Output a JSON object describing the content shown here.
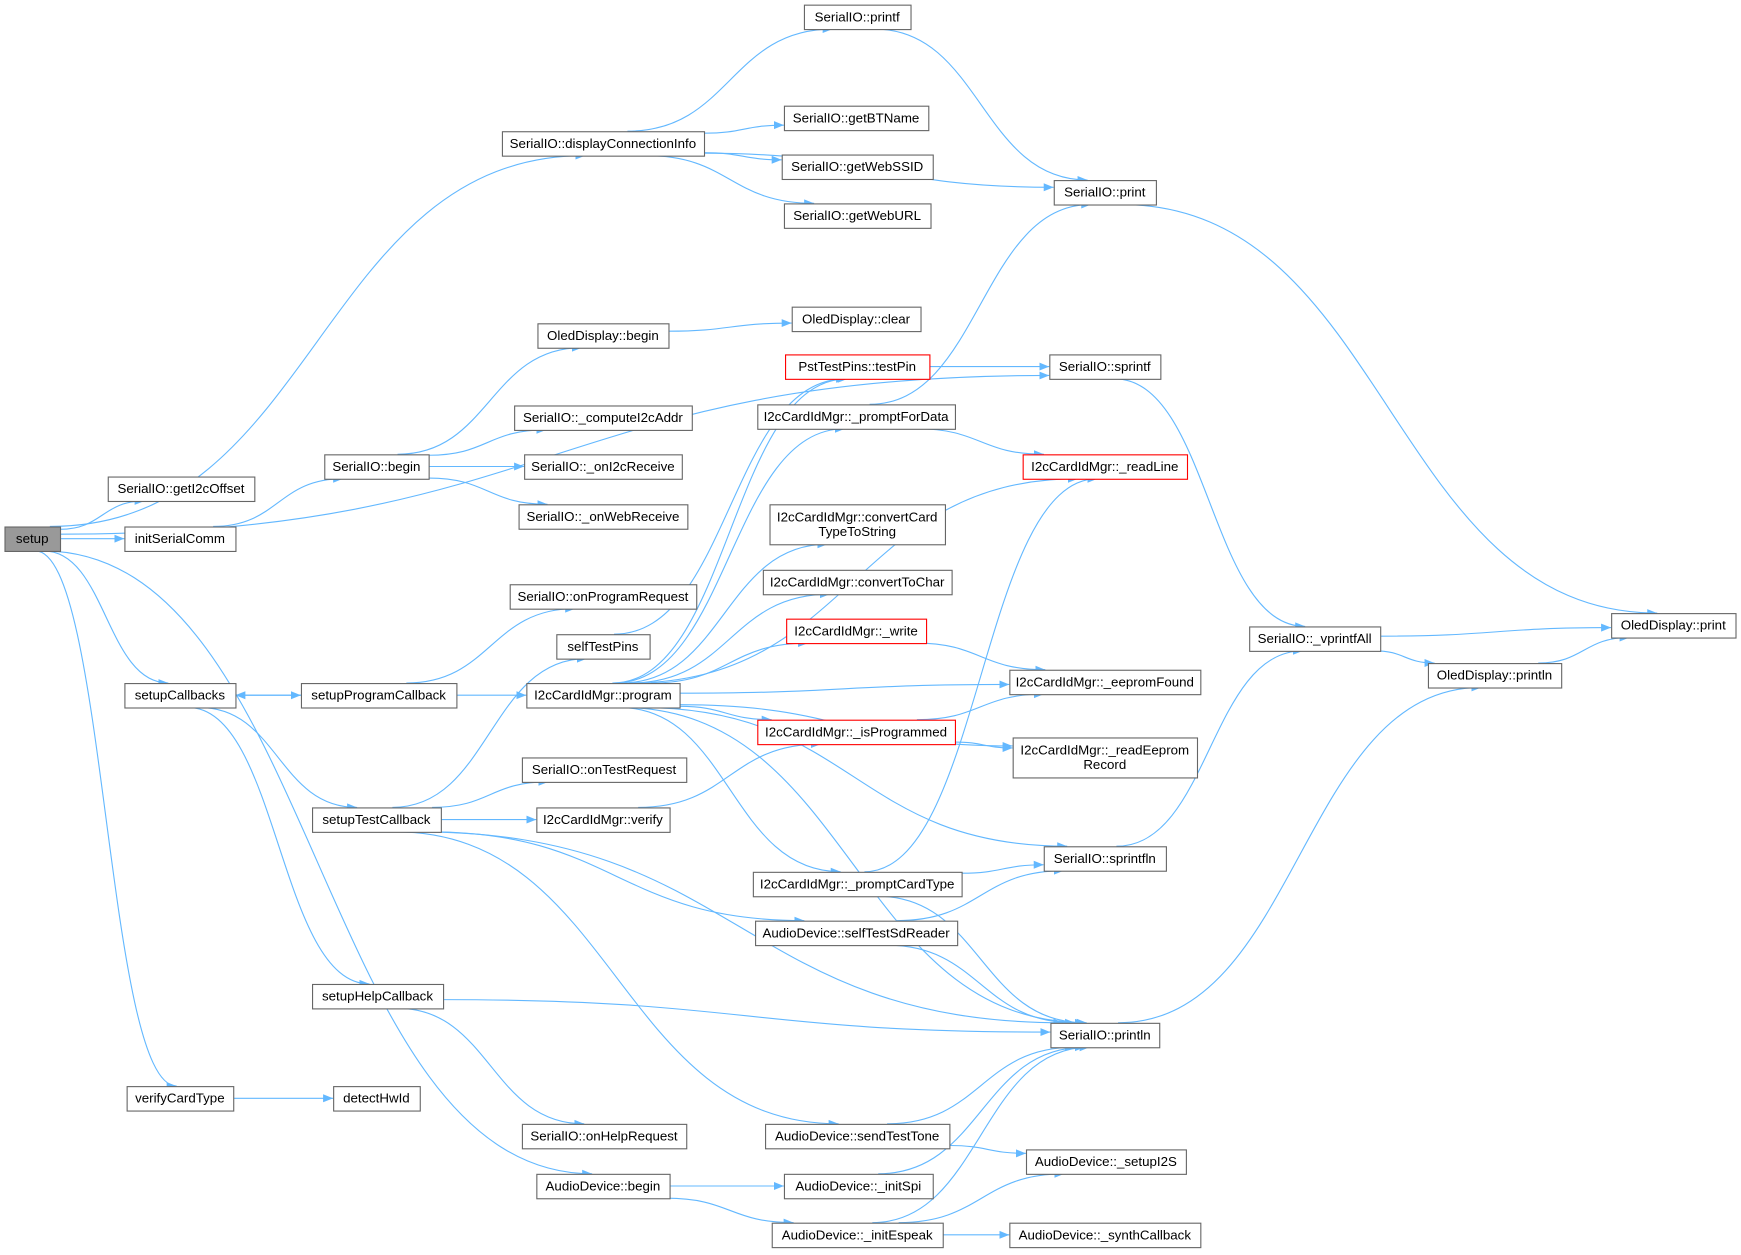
{
  "colors": {
    "edge": "#63b8ff",
    "box_border": "#666666",
    "root_fill": "#999999",
    "highlight_border": "#ff0000",
    "box_fill": "#ffffff"
  },
  "nodes": {
    "setup": {
      "label": [
        "setup"
      ],
      "kind": "root"
    },
    "getI2cOffset": {
      "label": [
        "SerialIO::getI2cOffset"
      ]
    },
    "initSerialComm": {
      "label": [
        "initSerialComm"
      ]
    },
    "setupCallbacks": {
      "label": [
        "setupCallbacks"
      ]
    },
    "setupProgramCallback": {
      "label": [
        "setupProgramCallback"
      ]
    },
    "setupTestCallback": {
      "label": [
        "setupTestCallback"
      ]
    },
    "setupHelpCallback": {
      "label": [
        "setupHelpCallback"
      ]
    },
    "verifyCardType": {
      "label": [
        "verifyCardType"
      ]
    },
    "detectHwId": {
      "label": [
        "detectHwId"
      ]
    },
    "displayConnectionInfo": {
      "label": [
        "SerialIO::displayConnectionInfo"
      ]
    },
    "printf": {
      "label": [
        "SerialIO::printf"
      ]
    },
    "getBTName": {
      "label": [
        "SerialIO::getBTName"
      ]
    },
    "getWebSSID": {
      "label": [
        "SerialIO::getWebSSID"
      ]
    },
    "getWebURL": {
      "label": [
        "SerialIO::getWebURL"
      ]
    },
    "sioPrint": {
      "label": [
        "SerialIO::print"
      ]
    },
    "oledBegin": {
      "label": [
        "OledDisplay::begin"
      ]
    },
    "oledClear": {
      "label": [
        "OledDisplay::clear"
      ]
    },
    "sioBegin": {
      "label": [
        "SerialIO::begin"
      ]
    },
    "computeI2cAddr": {
      "label": [
        "SerialIO::_computeI2cAddr"
      ]
    },
    "onI2cReceive": {
      "label": [
        "SerialIO::_onI2cReceive"
      ]
    },
    "onWebReceive": {
      "label": [
        "SerialIO::_onWebReceive"
      ]
    },
    "onProgramRequest": {
      "label": [
        "SerialIO::onProgramRequest"
      ]
    },
    "selfTestPins": {
      "label": [
        "selfTestPins"
      ]
    },
    "program": {
      "label": [
        "I2cCardIdMgr::program"
      ]
    },
    "onTestRequest": {
      "label": [
        "SerialIO::onTestRequest"
      ]
    },
    "verify": {
      "label": [
        "I2cCardIdMgr::verify"
      ]
    },
    "onHelpRequest": {
      "label": [
        "SerialIO::onHelpRequest"
      ]
    },
    "audioBegin": {
      "label": [
        "AudioDevice::begin"
      ]
    },
    "testPin": {
      "label": [
        "PstTestPins::testPin"
      ],
      "kind": "red"
    },
    "promptForData": {
      "label": [
        "I2cCardIdMgr::_promptForData"
      ]
    },
    "convertCardTypeToString": {
      "label": [
        "I2cCardIdMgr::convertCard",
        "TypeToString"
      ]
    },
    "convertToChar": {
      "label": [
        "I2cCardIdMgr::convertToChar"
      ]
    },
    "write": {
      "label": [
        "I2cCardIdMgr::_write"
      ],
      "kind": "red"
    },
    "isProgrammed": {
      "label": [
        "I2cCardIdMgr::_isProgrammed"
      ],
      "kind": "red"
    },
    "promptCardType": {
      "label": [
        "I2cCardIdMgr::_promptCardType"
      ]
    },
    "selfTestSdReader": {
      "label": [
        "AudioDevice::selfTestSdReader"
      ]
    },
    "sendTestTone": {
      "label": [
        "AudioDevice::sendTestTone"
      ]
    },
    "initSpi": {
      "label": [
        "AudioDevice::_initSpi"
      ]
    },
    "initEspeak": {
      "label": [
        "AudioDevice::_initEspeak"
      ]
    },
    "sioSprintf": {
      "label": [
        "SerialIO::sprintf"
      ]
    },
    "readLine": {
      "label": [
        "I2cCardIdMgr::_readLine"
      ],
      "kind": "red"
    },
    "eepromFound": {
      "label": [
        "I2cCardIdMgr::_eepromFound"
      ]
    },
    "readEepromRecord": {
      "label": [
        "I2cCardIdMgr::_readEeprom",
        "Record"
      ]
    },
    "sprintfln": {
      "label": [
        "SerialIO::sprintfln"
      ]
    },
    "sioPrintln": {
      "label": [
        "SerialIO::println"
      ]
    },
    "setupI2S": {
      "label": [
        "AudioDevice::_setupI2S"
      ]
    },
    "synthCallback": {
      "label": [
        "AudioDevice::_synthCallback"
      ]
    },
    "vprintfAll": {
      "label": [
        "SerialIO::_vprintfAll"
      ]
    },
    "oledPrintln": {
      "label": [
        "OledDisplay::println"
      ]
    },
    "oledPrint": {
      "label": [
        "OledDisplay::print"
      ]
    }
  },
  "edges": [
    [
      "setup",
      "displayConnectionInfo"
    ],
    [
      "setup",
      "getI2cOffset"
    ],
    [
      "setup",
      "initSerialComm"
    ],
    [
      "setup",
      "setupCallbacks"
    ],
    [
      "setup",
      "sioSprintf"
    ],
    [
      "setup",
      "verifyCardType"
    ],
    [
      "setup",
      "audioBegin"
    ],
    [
      "displayConnectionInfo",
      "printf"
    ],
    [
      "displayConnectionInfo",
      "getBTName"
    ],
    [
      "displayConnectionInfo",
      "getWebSSID"
    ],
    [
      "displayConnectionInfo",
      "getWebURL"
    ],
    [
      "displayConnectionInfo",
      "sioPrint"
    ],
    [
      "printf",
      "sioPrint"
    ],
    [
      "sioPrint",
      "oledPrint"
    ],
    [
      "initSerialComm",
      "sioBegin"
    ],
    [
      "sioBegin",
      "oledBegin"
    ],
    [
      "sioBegin",
      "computeI2cAddr"
    ],
    [
      "sioBegin",
      "onI2cReceive"
    ],
    [
      "sioBegin",
      "onWebReceive"
    ],
    [
      "oledBegin",
      "oledClear"
    ],
    [
      "setupCallbacks",
      "setupProgramCallback"
    ],
    [
      "setupCallbacks",
      "setupTestCallback"
    ],
    [
      "setupCallbacks",
      "setupHelpCallback"
    ],
    [
      "setupProgramCallback",
      "setupCallbacks"
    ],
    [
      "setupProgramCallback",
      "onProgramRequest"
    ],
    [
      "setupProgramCallback",
      "program"
    ],
    [
      "setupTestCallback",
      "selfTestPins"
    ],
    [
      "setupTestCallback",
      "onTestRequest"
    ],
    [
      "setupTestCallback",
      "verify"
    ],
    [
      "setupTestCallback",
      "selfTestSdReader"
    ],
    [
      "setupTestCallback",
      "sioPrintln"
    ],
    [
      "setupTestCallback",
      "sendTestTone"
    ],
    [
      "setupHelpCallback",
      "sioPrintln"
    ],
    [
      "setupHelpCallback",
      "onHelpRequest"
    ],
    [
      "verifyCardType",
      "detectHwId"
    ],
    [
      "selfTestPins",
      "testPin"
    ],
    [
      "testPin",
      "sioSprintf"
    ],
    [
      "program",
      "testPin"
    ],
    [
      "program",
      "promptForData"
    ],
    [
      "program",
      "readLine"
    ],
    [
      "program",
      "convertCardTypeToString"
    ],
    [
      "program",
      "convertToChar"
    ],
    [
      "program",
      "write"
    ],
    [
      "program",
      "eepromFound"
    ],
    [
      "program",
      "isProgrammed"
    ],
    [
      "program",
      "readEepromRecord"
    ],
    [
      "program",
      "sprintfln"
    ],
    [
      "program",
      "promptCardType"
    ],
    [
      "program",
      "sioPrintln"
    ],
    [
      "promptForData",
      "sioPrint"
    ],
    [
      "promptForData",
      "readLine"
    ],
    [
      "write",
      "eepromFound"
    ],
    [
      "isProgrammed",
      "eepromFound"
    ],
    [
      "isProgrammed",
      "readEepromRecord"
    ],
    [
      "verify",
      "isProgrammed"
    ],
    [
      "promptCardType",
      "readLine"
    ],
    [
      "promptCardType",
      "sprintfln"
    ],
    [
      "promptCardType",
      "sioPrintln"
    ],
    [
      "selfTestSdReader",
      "sprintfln"
    ],
    [
      "selfTestSdReader",
      "sioPrintln"
    ],
    [
      "sioSprintf",
      "vprintfAll"
    ],
    [
      "sprintfln",
      "vprintfAll"
    ],
    [
      "vprintfAll",
      "oledPrint"
    ],
    [
      "vprintfAll",
      "oledPrintln"
    ],
    [
      "sioPrintln",
      "oledPrintln"
    ],
    [
      "oledPrintln",
      "oledPrint"
    ],
    [
      "sendTestTone",
      "sioPrintln"
    ],
    [
      "sendTestTone",
      "setupI2S"
    ],
    [
      "audioBegin",
      "initSpi"
    ],
    [
      "audioBegin",
      "initEspeak"
    ],
    [
      "initSpi",
      "sioPrintln"
    ],
    [
      "initEspeak",
      "sioPrintln"
    ],
    [
      "initEspeak",
      "setupI2S"
    ],
    [
      "initEspeak",
      "synthCallback"
    ]
  ]
}
